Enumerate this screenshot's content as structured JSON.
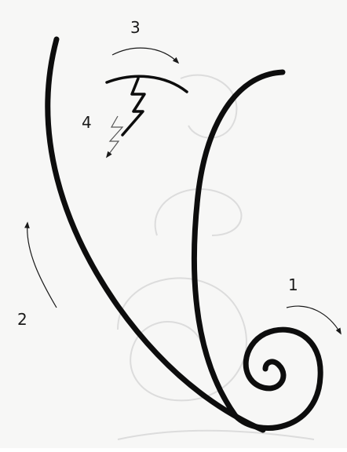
{
  "figure": {
    "step_labels": {
      "step1": "1",
      "step2": "2",
      "step3": "3",
      "step4": "4"
    },
    "colors": {
      "stroke": "#0d0d0d",
      "ghost": "#d9d9d9",
      "background": "#f7f7f6"
    }
  }
}
